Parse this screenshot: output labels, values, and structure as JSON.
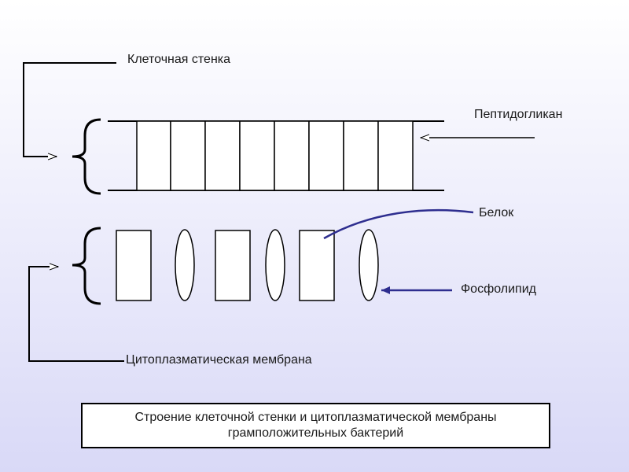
{
  "labels": {
    "cell_wall": "Клеточная стенка",
    "peptidoglycan": "Пептидогликан",
    "protein": "Белок",
    "phospholipid": "Фосфолипид",
    "membrane": "Цитоплазматическая мембрана"
  },
  "caption": {
    "line1": "Строение клеточной стенки и цитоплазматической мембраны",
    "line2": "грамположительных бактерий"
  },
  "colors": {
    "line": "#000000",
    "pointer": "#2e2e8f",
    "shape_fill": "#ffffff"
  }
}
